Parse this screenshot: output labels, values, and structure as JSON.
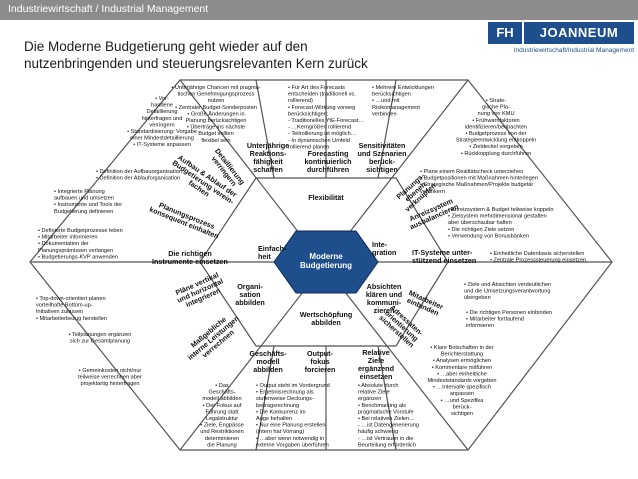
{
  "header": {
    "section": "Industriewirtschaft / Industrial Management",
    "title_line1": "Die Moderne Budgetierung geht wieder auf den",
    "title_line2": "nutzenbringenden und steuerungsrelevanten Kern zurück"
  },
  "logo": {
    "fh": "FH",
    "name": "JOANNEUM",
    "subtitle": "Industriewirtschaft/Industrial Management"
  },
  "colors": {
    "core": "#1f4e8c",
    "topbar": "#8c8c8c",
    "lines": "#555555"
  },
  "diagram": {
    "core": [
      "Moderne",
      "Budgetierung"
    ],
    "inner_labels": {
      "flexibilitaet": [
        "Flexibilität"
      ],
      "integration": [
        "Inte-",
        "gration"
      ],
      "wertschoepfung": [
        "Wertschöpfung",
        "abbilden"
      ],
      "organisation": [
        "Organi-",
        "sation",
        "abbilden"
      ],
      "einfachheit": [
        "Einfach-",
        "heit"
      ]
    },
    "spoke_labels": {
      "unterjaehrig": [
        "Unterjährige",
        "Reaktions-",
        "fähigkeit",
        "schaffen"
      ],
      "forecasting": [
        "Forecasting",
        "kontinuierlich",
        "durchführen"
      ],
      "sensitivitaeten": [
        "Sensitivitäten",
        "und Szenarien",
        "berück-",
        "sichtigen"
      ],
      "it_systeme": [
        "IT-Systeme unter-",
        "stützend einsetzen"
      ],
      "absichten": [
        "Absichten",
        "klären und",
        "kommuni-",
        "zieren"
      ],
      "relative_ziele": [
        "Relative",
        "Ziele",
        "ergänzend",
        "einsetzen"
      ],
      "output_fokus": [
        "Output-",
        "fokus",
        "forcieren"
      ],
      "geschaeftsmodell": [
        "Geschäfts-",
        "modell",
        "abbilden"
      ],
      "richtige_instrumente": [
        "Die richtigen",
        "Instrumente einsetzen"
      ]
    },
    "diagonal_labels": {
      "detaillierung": [
        "Detaillierung",
        "verringern"
      ],
      "aufbau_ablauf": [
        "Aufbau & Ablauf der",
        "Budgetierung verein-",
        "fachen"
      ],
      "planungsprozess": [
        "Planungsprozess",
        "konsequent einhalten"
      ],
      "planungsebenen": [
        "Planungs-",
        "ebenen",
        "verknüpfen"
      ],
      "anreizsystem": [
        "Anreizsystem",
        "ausbalancieren"
      ],
      "mitarbeiter": [
        "Mitarbeiter",
        "einbinden"
      ],
      "adressaten": [
        "Adressaten-",
        "orientierung",
        "sicherstellen"
      ],
      "plaene_vertikal": [
        "Pläne vertikal",
        "und horizontal",
        "integrieren"
      ],
      "massgebliche": [
        "Maßgebliche",
        "interne Leistungen",
        "verrechnen"
      ]
    },
    "notes": {
      "top_left": [
        "• Vor-",
        "handene",
        "Detaillierung",
        "hinterfragen und",
        "verringern",
        "• Standardisierung: Vorgabe",
        "einer Mindestdetaillierung",
        "• IT-Systeme anpassen"
      ],
      "left_mid1": [
        "• Definition der Aufbauorganisation",
        "• Definition der Ablauforganisation"
      ],
      "left_mid2": [
        "• Integrierte Planung",
        "aufbauen und umsetzen",
        "• Instrumente und Tools der",
        "Budgetierung definieren"
      ],
      "left_mid3": [
        "• Definierte Budgetprozesse leben",
        "• Mitarbeiter informieren",
        "• Dokumentation der",
        "Planungsprämissen verlangen",
        "• Budgetierungs-KVP anwenden"
      ],
      "top_center_left": [
        "• Unterjährige Chancen mit pragma-",
        "tischen Genehmigungsprozess",
        "nutzen",
        "• Zentraler Budget-Sonderposten",
        "• Große Änderungen in",
        "Planung berücksichtigen",
        "• Überträge ins nächste",
        "Budget sollten",
        "flexibel sein"
      ],
      "top_center": [
        "• Für Art des Forecasts",
        "entscheiden (traditionell vs.",
        "rollierend)",
        "• Forecast-Wirkung vorweg",
        "berücksichtigen:",
        "- Traditionelles YtE-Forecast…",
        "- …Kerngrößen rollierend",
        "- Teilrollierung ist möglich…",
        "- In dynamischen Umfeld",
        "rollierend planen"
      ],
      "top_center_right": [
        "• Mehrere Entwicklungen",
        "berücksichtigen",
        "• …und mit",
        "Risikomanagement",
        "verbinden"
      ],
      "top_right": [
        "• Strate-",
        "gische Pla-",
        "nung von KMU",
        "• Frühwarnfaktoren",
        "identifizieren/beobachten",
        "• Budgetprozess von der",
        "Strategieentwicklung entkoppeln",
        "• Zieldeckel vorgeben",
        "• Rückkopplung durchführen"
      ],
      "right_mid1": [
        "• Plane einem Realitätscheck unterziehen",
        "• Budgetpositionen mit Maßnahmen hinterlegen",
        "• Strategische Maßnahmen/Projekte budgetär",
        "verankern"
      ],
      "right_mid2": [
        "• Anreizsystem & Budget teilweise koppeln",
        "• Zielsystem mehrdimensional gestalten",
        "aber überschaubar halten",
        "• Die richtigen Ziele setzen",
        "• Verwendung von Bonusbänken"
      ],
      "right_mid3": [
        "• Einheitliche Datenbasis sicherstellen",
        "• Zentrale Prozesssteuerung einsetzen"
      ],
      "right_low1": [
        "• Ziele und Absichten verdeutlichen",
        "und die Umsetzungsverantwortung",
        "übergeben"
      ],
      "right_low2": [
        "• Die richtigen Personen einbinden",
        "• Mitarbeiter fortlaufend",
        "informieren"
      ],
      "right_low3": [
        "• Klare Botschaften in der",
        "Berichterstattung",
        "• Analysen ermöglichen",
        "• Kommentare mitführen",
        "• …aber einheitliche",
        "Mindeststandards vorgeben",
        "• …Intervalle spezifisch",
        "anpassen",
        "• …und Spezifika",
        "berück-",
        "sichtigen"
      ],
      "left_low1": [
        "• Top-down-orientiert planen",
        "vorteilhafte Bottom-up-",
        "Initiativen zulassen",
        "• Mitarbeiterbezug herstellen"
      ],
      "left_low2": [
        "• Teilplanungen ergänzen",
        "sich zur Gesamtplanung"
      ],
      "left_low3": [
        "• Gemeinkosten nicht/nur",
        "teilweise verrechnen aber",
        "projektartig hinterfragen"
      ],
      "bottom_left": [
        "• Das",
        "Geschäfts-",
        "modell abbilden",
        "• Der Fokus auf",
        "Führung statt",
        "Legalstruktur",
        "• Ziele, Engpässe",
        "und Restriktionen",
        "determinieren",
        "die Planung"
      ],
      "bottom_center": [
        "• Output steht im Vordergrund",
        "• Ergebnisrechnung als",
        "stufenweise Deckungs-",
        "beitragsrechnung",
        "• Die Konkurrenz im",
        "Auge behalten",
        "• Nur eine Planung erstellen",
        "(intern hat Vorrang)",
        "• …aber wenn notwendig in",
        "externe Vorgaben überführen"
      ],
      "bottom_right": [
        "• Absolute durch",
        "relative Ziele",
        "ergänzen",
        "• Benchmarking als",
        "pragmatische Vorstufe",
        "• Bei relativen Zielen…",
        "- …ist Datengenerierung",
        "häufig schwierig",
        "- …ist Vertrauen in die",
        "Beurteilung erforderlich"
      ]
    }
  }
}
